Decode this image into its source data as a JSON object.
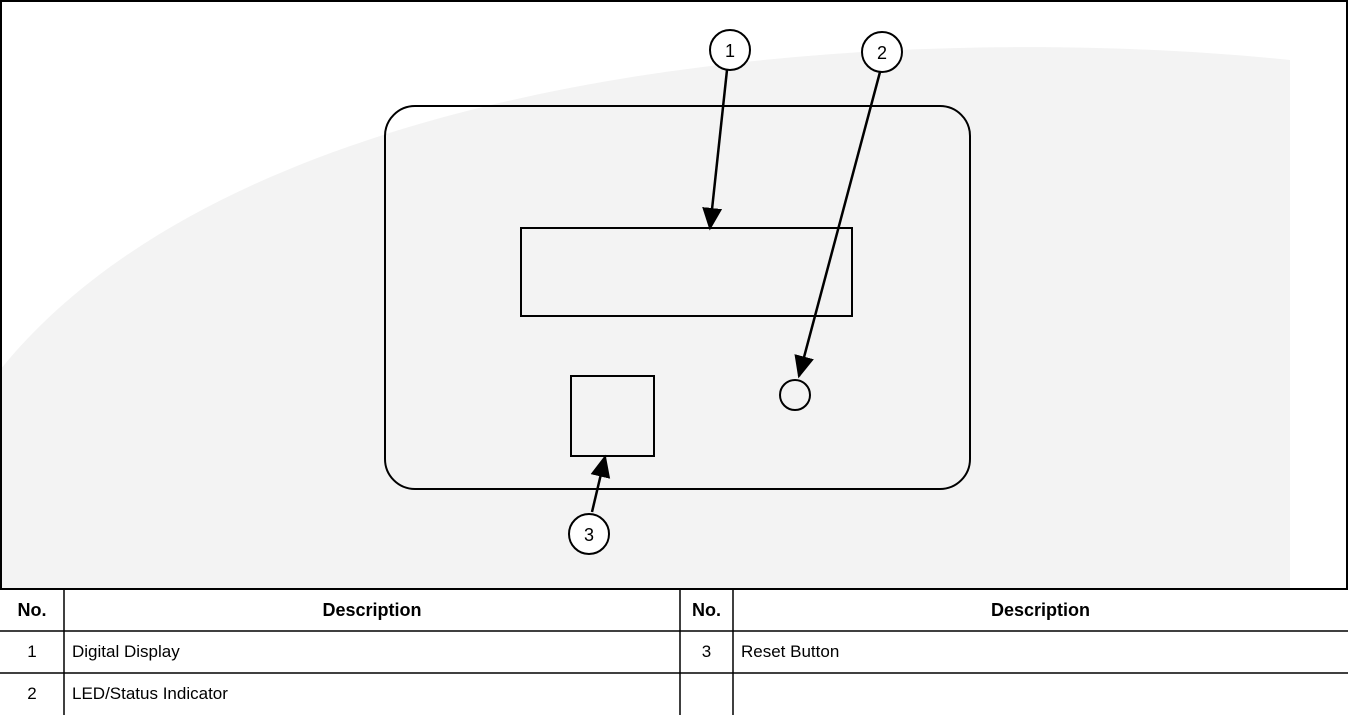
{
  "diagram": {
    "callouts": [
      "1",
      "2",
      "3"
    ],
    "watermark_color": "#f0f0f0"
  },
  "table": {
    "headers": [
      "No.",
      "Description",
      "No.",
      "Description"
    ],
    "rows": [
      {
        "no_left": "1",
        "desc_left": "Digital Display",
        "no_right": "3",
        "desc_right": "Reset Button"
      },
      {
        "no_left": "2",
        "desc_left": "LED/Status Indicator",
        "no_right": "",
        "desc_right": ""
      }
    ]
  }
}
